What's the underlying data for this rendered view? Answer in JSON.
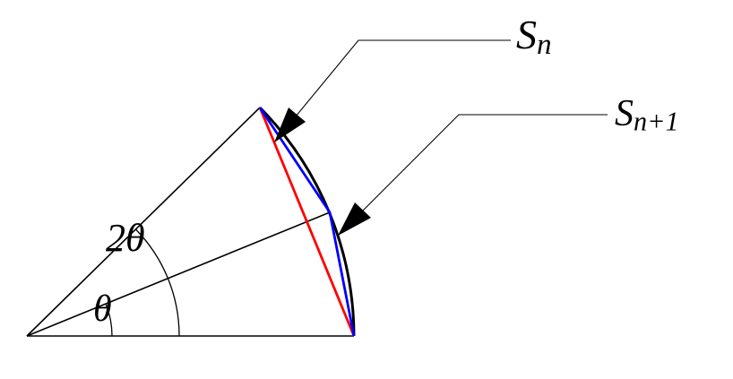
{
  "diagram": {
    "labels": {
      "sn_base": "S",
      "sn_sub": "n",
      "sn1_base": "S",
      "sn1_sub": "n+1",
      "angle_full": "2θ",
      "angle_half": "θ"
    },
    "colors": {
      "sn_chord": "#ff0000",
      "sn1_chord": "#0000ff",
      "construction": "#000000",
      "background": "#ffffff"
    }
  }
}
